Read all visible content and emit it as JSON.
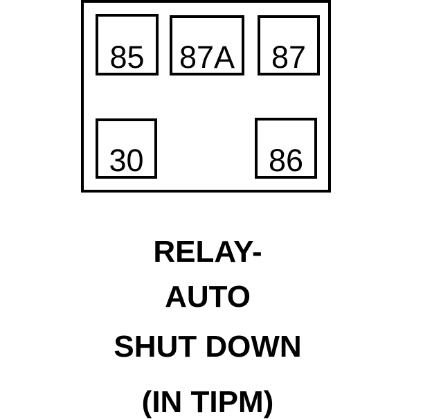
{
  "diagram": {
    "type": "relay-pinout",
    "title": "RELAY- AUTO SHUT DOWN (IN TIPM)"
  },
  "relay": {
    "pins": [
      {
        "label": "85"
      },
      {
        "label": "87A"
      },
      {
        "label": "87"
      },
      {
        "label": "30"
      },
      {
        "label": "86"
      }
    ]
  },
  "caption": {
    "lines": [
      "RELAY-",
      "AUTO",
      "SHUT DOWN",
      "(IN TIPM)"
    ]
  },
  "colors": {
    "line": "#000000",
    "background": "#ffffff"
  }
}
